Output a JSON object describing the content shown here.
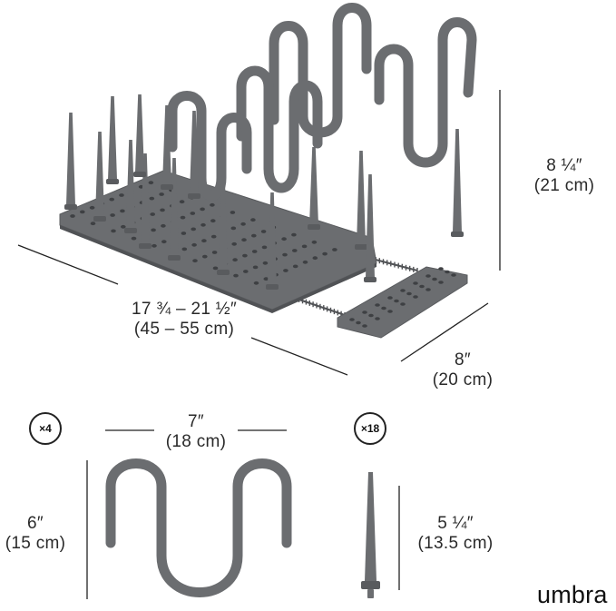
{
  "colors": {
    "product": "#6b6d70",
    "product_dark": "#595b5e",
    "hole": "#3e4043",
    "line": "#222222"
  },
  "dimensions": {
    "height_in": "8 ¼″",
    "height_cm": "(21 cm)",
    "length_in": "17 ¾ – 21 ½″",
    "length_cm": "(45 – 55 cm)",
    "depth_in": "8″",
    "depth_cm": "(20 cm)"
  },
  "divider": {
    "count": "×4",
    "width_in": "7″",
    "width_cm": "(18 cm)",
    "height_in": "6″",
    "height_cm": "(15 cm)"
  },
  "peg": {
    "count": "×18",
    "height_in": "5 ¼″",
    "height_cm": "(13.5 cm)"
  },
  "brand": "umbra"
}
